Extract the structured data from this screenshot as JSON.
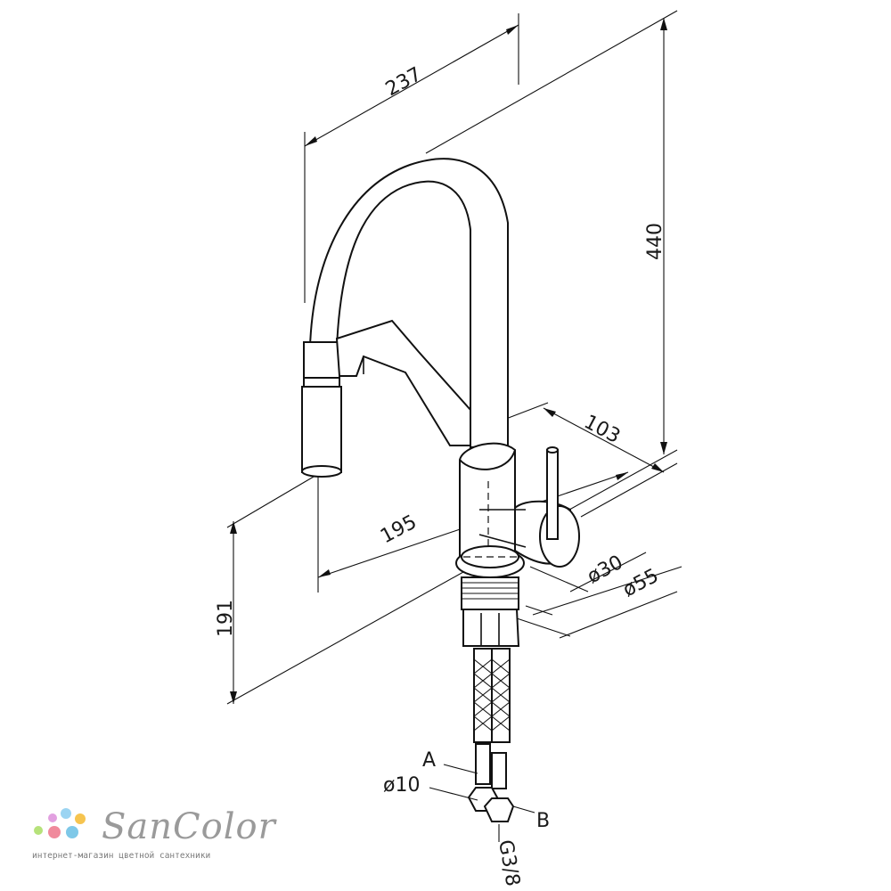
{
  "dimensions": {
    "reach_total": "237",
    "height_total": "440",
    "depth_handle": "103",
    "spout_reach": "195",
    "spout_height": "191",
    "handle_diameter": "ø30",
    "base_diameter": "ø55",
    "hose_diameter": "ø10",
    "hose_a": "A",
    "hose_b": "B",
    "thread": "G3/8"
  },
  "logo": {
    "brand": "SanColor",
    "tagline": "интернет-магазин цветной сантехники",
    "dot_colors": [
      "#e2a0e0",
      "#9bd4f2",
      "#f6c44f",
      "#b6e27a",
      "#f08a9c",
      "#7ec8e8"
    ]
  }
}
